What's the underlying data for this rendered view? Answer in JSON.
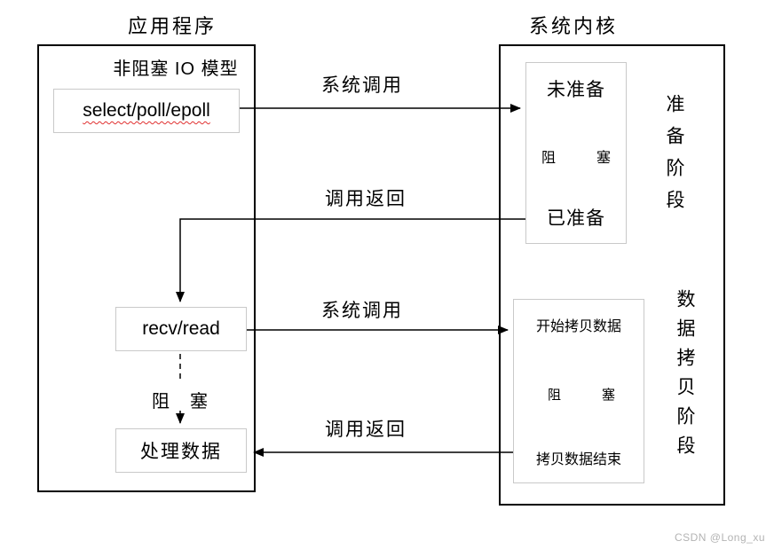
{
  "titles": {
    "app": "应用程序",
    "kernel": "系统内核"
  },
  "app_panel": {
    "model_label": "非阻塞 IO 模型",
    "select_label": "select/poll/epoll",
    "recv_label": "recv/read",
    "block_left": "阻",
    "block_right": "塞",
    "process_label": "处理数据"
  },
  "kernel_panel": {
    "prepare": {
      "top": "未准备",
      "block_left": "阻",
      "block_right": "塞",
      "bottom": "已准备"
    },
    "prepare_stage_label": "准备阶段",
    "copy": {
      "top": "开始拷贝数据",
      "block_left": "阻",
      "block_right": "塞",
      "bottom": "拷贝数据结束"
    },
    "copy_stage_label": "数据拷贝阶段"
  },
  "arrow_labels": {
    "syscall_top": "系统调用",
    "return_top": "调用返回",
    "syscall_bottom": "系统调用",
    "return_bottom": "调用返回"
  },
  "watermark": "CSDN @Long_xu",
  "colors": {
    "line": "#000000",
    "inner_box_border": "#c9c9c9",
    "outer_box_border": "#000000",
    "spellcheck_underline": "#e03030",
    "watermark_text": "#b3b3b3"
  }
}
